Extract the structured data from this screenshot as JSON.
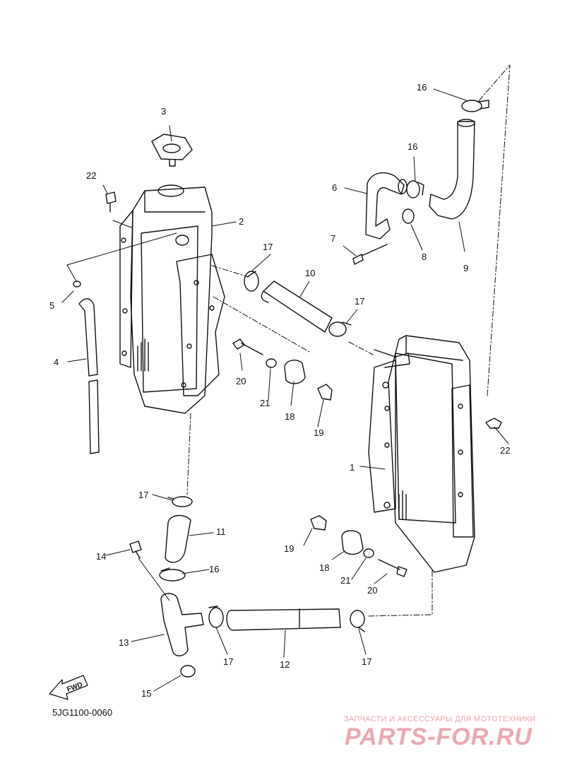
{
  "diagram_code": "5JG1100-0060",
  "watermark": {
    "tagline": "ЗАПЧАСТИ И АКСЕССУАРЫ ДЛЯ МОТОТЕХНИКИ",
    "logo": "PARTS-FOR.RU"
  },
  "fwd_label": "FWD",
  "callouts": {
    "c1": "1",
    "c2": "2",
    "c3": "3",
    "c4": "4",
    "c5": "5",
    "c6": "6",
    "c7": "7",
    "c8": "8",
    "c9": "9",
    "c10": "10",
    "c11": "11",
    "c12": "12",
    "c13": "13",
    "c14": "14",
    "c15": "15",
    "c16a": "16",
    "c16b": "16",
    "c16c": "16",
    "c17a": "17",
    "c17b": "17",
    "c17c": "17",
    "c17d": "17",
    "c17e": "17",
    "c18a": "18",
    "c18b": "18",
    "c19a": "19",
    "c19b": "19",
    "c20a": "20",
    "c20b": "20",
    "c21a": "21",
    "c21b": "21",
    "c22a": "22",
    "c22b": "22"
  }
}
